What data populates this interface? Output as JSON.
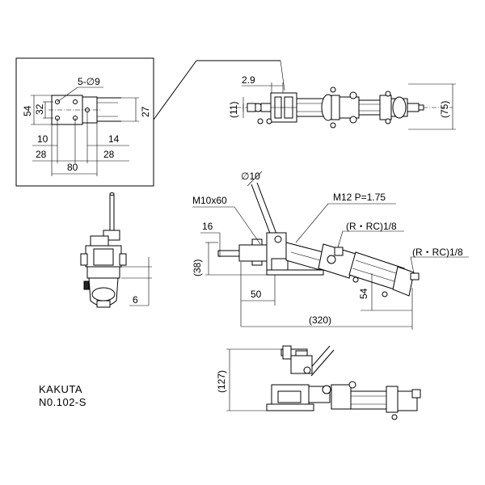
{
  "detail": {
    "hole_label": "5-∅9",
    "dim_54": "54",
    "dim_32": "32",
    "dim_27": "27",
    "dim_10": "10",
    "dim_14": "14",
    "dim_28_left": "28",
    "dim_28_right": "28",
    "dim_80": "80"
  },
  "top_view": {
    "dim_2_9": "2.9",
    "dim_11": "(11)",
    "dim_75": "(75)"
  },
  "side_view": {
    "dim_phi10": "∅10",
    "bolt": "M10x60",
    "thread": "M12 P=1.75",
    "port1": "(R・RC)1/8",
    "port2": "(R・RC)1/8",
    "dim_16": "16",
    "dim_38": "(38)",
    "dim_50": "50",
    "dim_54": "54",
    "dim_320": "(320)"
  },
  "end_view": {
    "dim_6": "6"
  },
  "open_view": {
    "dim_127": "(127)"
  },
  "title_block": {
    "maker": "KAKUTA",
    "model": "N0.102-S"
  }
}
